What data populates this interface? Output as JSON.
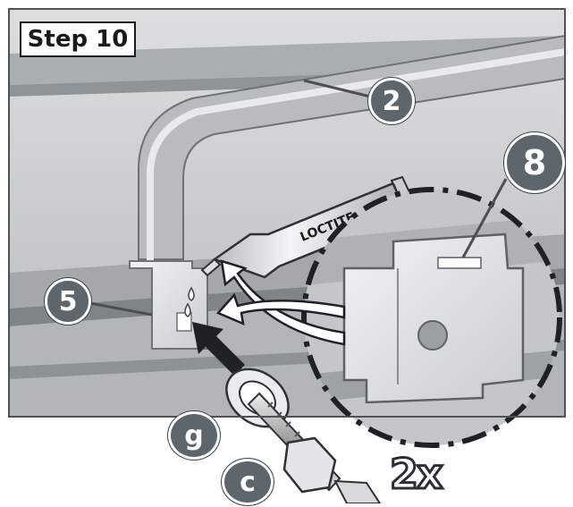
{
  "title": "Step 10",
  "callouts": {
    "part_2": "2",
    "part_8": "8",
    "part_5": "5",
    "part_g": "g",
    "part_c": "c"
  },
  "tube_label": "LOCTITE",
  "quantity": "2x",
  "colors": {
    "badge": "#5e666d",
    "frame": "#9aa0a5",
    "tube": "#f2f2f2",
    "background_scene": "#c9cccd"
  },
  "icons": [
    "curved-arrow-icon",
    "insert-arrow-icon",
    "bolt-icon",
    "washer-icon",
    "nut-icon",
    "glue-tube-icon"
  ]
}
